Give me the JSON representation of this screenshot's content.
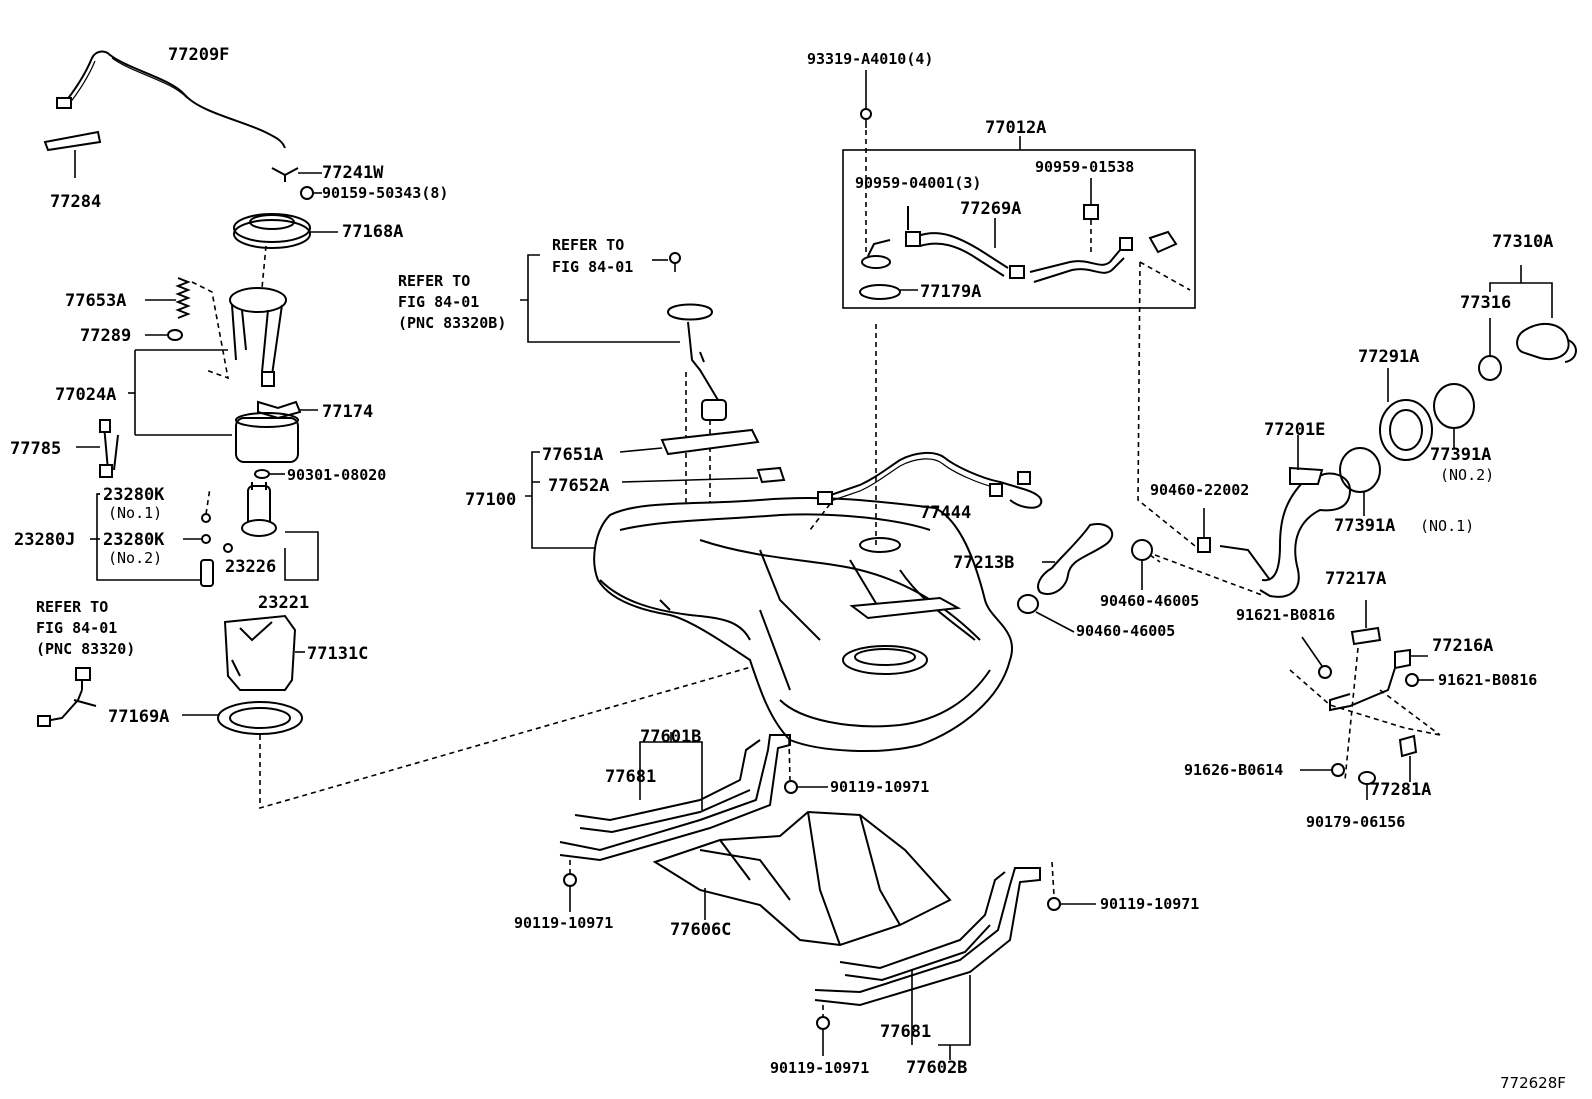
{
  "labels": {
    "l77209F": "77209F",
    "l77284": "77284",
    "l77241W": "77241W",
    "l90159": "90159-50343(8)",
    "l77168A": "77168A",
    "l77653A": "77653A",
    "l77289": "77289",
    "l77024A": "77024A",
    "l77174": "77174",
    "l77785": "77785",
    "l90301": "90301-08020",
    "l23280K1": "23280K",
    "l23280K1sub": "(No.1)",
    "l23280J": "23280J",
    "l23280K2": "23280K",
    "l23280K2sub": "(No.2)",
    "l23226": "23226",
    "l23221": "23221",
    "l77131C": "77131C",
    "l77169A": "77169A",
    "refA1": "REFER TO",
    "refA2": "FIG 84-01",
    "refA3": "(PNC 83320)",
    "refB1": "REFER TO",
    "refB2": "FIG 84-01",
    "refB3": "(PNC 83320B)",
    "refC1": "REFER TO",
    "refC2": "FIG 84-01",
    "l77651A": "77651A",
    "l77652A": "77652A",
    "l77100": "77100",
    "l93319": "93319-A4010(4)",
    "l77012A": "77012A",
    "l90959a": "90959-04001(3)",
    "l90959b": "90959-01538",
    "l77269A": "77269A",
    "l77179A": "77179A",
    "l77444": "77444",
    "l77213B": "77213B",
    "l90460a": "90460-22002",
    "l90460b": "90460-46005",
    "l90460c": "90460-46005",
    "l77601B": "77601B",
    "l77681a": "77681",
    "l90119a": "90119-10971",
    "l90119b": "90119-10971",
    "l77606C": "77606C",
    "l90119c": "90119-10971",
    "l77681b": "77681",
    "l90119d": "90119-10971",
    "l77602B": "77602B",
    "l77310A": "77310A",
    "l77316": "77316",
    "l77291A": "77291A",
    "l77201E": "77201E",
    "l77391A2": "77391A",
    "l77391A2sub": "(NO.2)",
    "l77391A1": "77391A",
    "l77391A1sub": "(NO.1)",
    "l77217A": "77217A",
    "l91621a": "91621-B0816",
    "l77216A": "77216A",
    "l91621b": "91621-B0816",
    "l91626": "91626-B0614",
    "l77281A": "77281A",
    "l90179": "90179-06156",
    "figid": "772628F"
  }
}
